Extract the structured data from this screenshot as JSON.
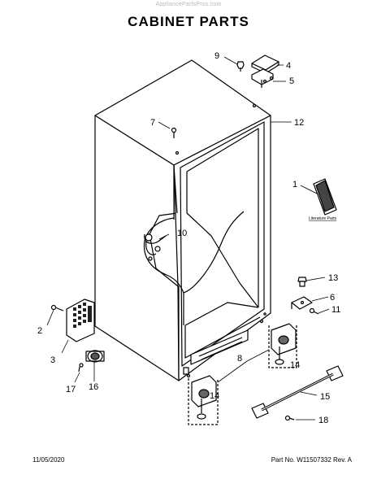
{
  "watermark": "AppliancePartsPros.com",
  "title": "CABINET PARTS",
  "footer": {
    "date": "11/05/2020",
    "part_number": "Part No. W11507332  Rev. A"
  },
  "callouts": {
    "n1": "1",
    "n2": "2",
    "n3": "3",
    "n4": "4",
    "n5": "5",
    "n6": "6",
    "n7": "7",
    "n8": "8",
    "n9": "9",
    "n10": "10",
    "n11": "11",
    "n12": "12",
    "n13": "13",
    "n14a": "14",
    "n14b": "14",
    "n15": "15",
    "n16": "16",
    "n17": "17",
    "n18": "18"
  },
  "literature_label": "Literature Parts"
}
